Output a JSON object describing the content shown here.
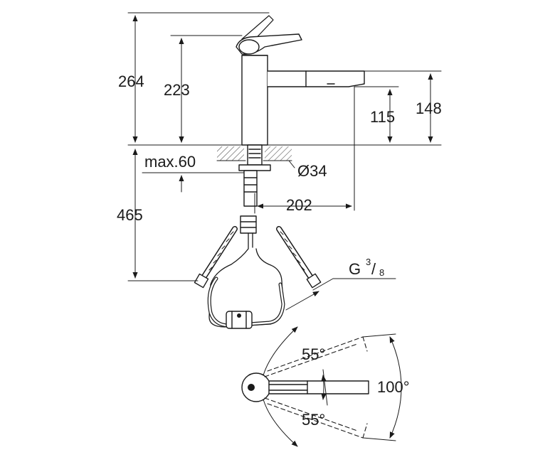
{
  "dimensions": {
    "total_height_above": "264",
    "spout_height": "223",
    "outlet_height": "115",
    "outlet_top_height": "148",
    "max_deck_thickness": "max.60",
    "hole_diameter": "Ø34",
    "reach": "202",
    "hose_length": "465"
  },
  "thread": {
    "letter": "G",
    "numerator": "3",
    "denominator": "8"
  },
  "angles": {
    "upper_swivel": "55°",
    "lower_swivel": "55°",
    "total_swivel": "100°"
  },
  "colors": {
    "line": "#1a1a1a",
    "hatch": "#555555",
    "background": "#ffffff"
  }
}
